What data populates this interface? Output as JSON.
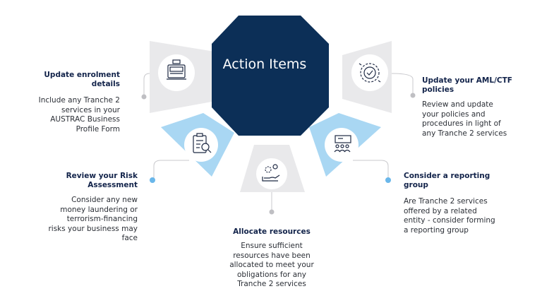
{
  "center": {
    "label": "Action Items"
  },
  "items": [
    {
      "title": "Update enrolment details",
      "body": "Include any Tranche 2 services in your AUSTRAC Business Profile Form",
      "icon": "apply-form-icon"
    },
    {
      "title": "Update your AML/CTF policies",
      "body": "Review and update your policies and procedures in light of any Tranche 2 services",
      "icon": "gear-check-icon"
    },
    {
      "title": "Review your Risk Assessment",
      "body": "Consider any new money laundering or terrorism-financing risks your business may face",
      "icon": "clipboard-magnifier-icon"
    },
    {
      "title": "Allocate resources",
      "body": "Ensure sufficient resources have been allocated to meet your obligations for any Tranche 2 services",
      "icon": "hand-gears-icon"
    },
    {
      "title": "Consider a reporting group",
      "body": "Are Tranche 2 services offered by a related entity - consider forming a reporting group",
      "icon": "presentation-group-icon"
    }
  ],
  "colors": {
    "navy": "#0c2f57",
    "light_blue": "#a9d7f3",
    "light_gray": "#e9e9eb",
    "dot": "#bfbfc3",
    "blue_dot": "#6ab7ea"
  }
}
